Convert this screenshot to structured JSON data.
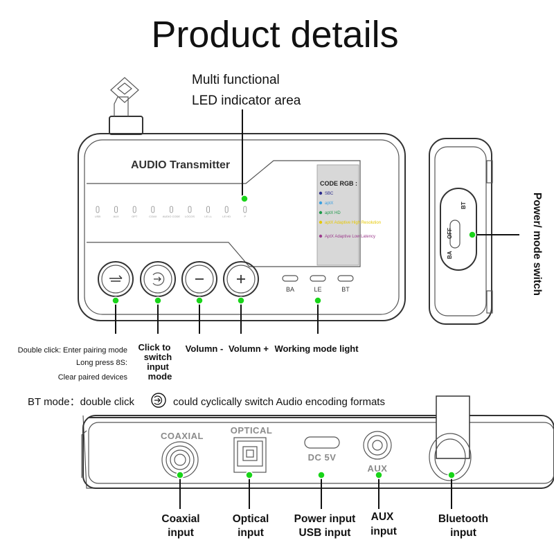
{
  "title": "Product details",
  "led_callout": {
    "line1": "Multi functional",
    "line2": "LED indicator area"
  },
  "device": {
    "label": "AUDIO Transmitter",
    "code_rgb": {
      "title": "CODE RGB :",
      "items": [
        {
          "label": "SBC",
          "color": "#2b2b8c"
        },
        {
          "label": "aptX",
          "color": "#3b9fe0"
        },
        {
          "label": "aptX HD",
          "color": "#1f9a4a"
        },
        {
          "label": "aptX Adaptive High Resolution",
          "color": "#e6c800"
        },
        {
          "label": "AptX Adaptive Low Latency",
          "color": "#9c3b8c"
        }
      ]
    },
    "led_labels": [
      "USB",
      "AUX",
      "OPT",
      "COAX",
      "AUDIO CODE",
      "LOCOS",
      "LE LL",
      "LE HD",
      "P"
    ],
    "mode_lights": [
      "BA",
      "LE",
      "BT"
    ]
  },
  "side_switch": {
    "labels": [
      "OFF",
      "BA",
      "BT"
    ],
    "callout": "Power/ mode switch"
  },
  "button_annotations": {
    "pairing_lines": [
      "Double click: Enter pairing mode",
      "Long press 8S:",
      "Clear paired devices"
    ],
    "switch_input_lines": [
      "Click to",
      "switch",
      "input",
      "mode"
    ],
    "volume_minus": "Volumn -",
    "volume_plus": "Volumn +",
    "working_mode": "Working mode light"
  },
  "bt_note": {
    "before": "BT mode：double click",
    "after": "could cyclically switch Audio encoding formats"
  },
  "back_panel": {
    "port_labels": {
      "coaxial": "COAXIAL",
      "optical": "OPTICAL",
      "dc": "DC 5V",
      "aux": "AUX"
    },
    "callouts": [
      {
        "lines": [
          "Coaxial",
          "input"
        ]
      },
      {
        "lines": [
          "Optical",
          "input"
        ]
      },
      {
        "lines": [
          "Power input",
          "USB input"
        ]
      },
      {
        "lines": [
          "AUX",
          "input"
        ]
      },
      {
        "lines": [
          "Bluetooth",
          "input"
        ]
      }
    ]
  },
  "colors": {
    "indicator_dot": "#19d419",
    "outline": "#333333"
  }
}
